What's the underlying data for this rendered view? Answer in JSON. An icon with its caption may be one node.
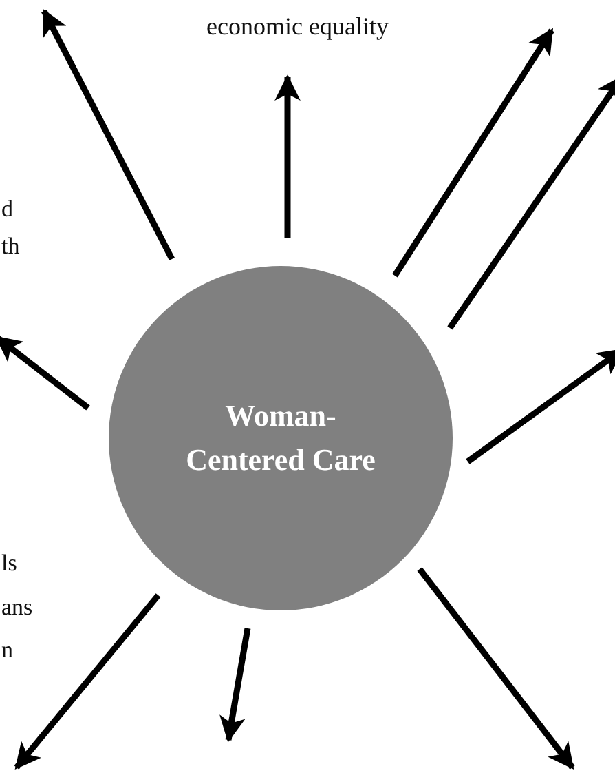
{
  "diagram": {
    "nodes": [
      {
        "text": [
          "Woman-Centered Care"
        ]
      },
      {
        "text": [
          "economic equality"
        ]
      }
    ],
    "edges": [
      {
        "from": 0,
        "to": null,
        "arrow": "to"
      },
      {
        "from": 0,
        "to": 1,
        "arrow": "to"
      },
      {
        "from": 0,
        "to": null,
        "arrow": "to"
      },
      {
        "from": 0,
        "to": null,
        "arrow": "to"
      },
      {
        "from": 0,
        "to": null,
        "arrow": "to"
      },
      {
        "from": 0,
        "to": null,
        "arrow": "to"
      },
      {
        "from": 0,
        "to": null,
        "arrow": "to"
      },
      {
        "from": 0,
        "to": null,
        "arrow": "to"
      },
      {
        "from": 0,
        "to": null,
        "arrow": "to"
      }
    ],
    "labels": [
      "d",
      "th",
      "ls",
      "ans",
      "n"
    ]
  }
}
